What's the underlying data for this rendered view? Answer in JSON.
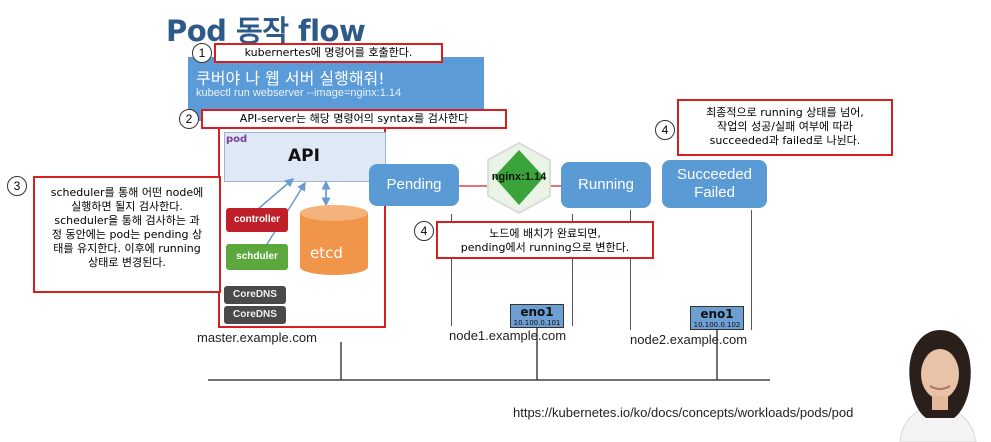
{
  "title": "Pod 동작 flow",
  "command": {
    "line1": "쿠버야 나 웹 서버 실행해줘!",
    "line2": "kubectl  run webserver --image=nginx:1.14"
  },
  "notes": {
    "n1": {
      "num": "1",
      "text": "kubernertes에 명령어를 호출한다."
    },
    "n2": {
      "num": "2",
      "text": "API-server는 해당 명령어의 syntax를 검사한다"
    },
    "n3": {
      "num": "3",
      "lines": [
        "scheduler를 통해 어떤 node에",
        "실행하면 될지 검사한다.",
        "scheduler을 통해 검사하는 과",
        "정 동안에는 pod는 pending 상",
        "태를 유지한다. 이후에 running",
        "상태로 변경된다."
      ]
    },
    "n4a": {
      "num": "4",
      "lines": [
        "노드에 배치가 완료되면,",
        "pending에서 running으로 변한다."
      ]
    },
    "n4b": {
      "num": "4",
      "lines": [
        "최종적으로 running 상태를 넘어,",
        "작업의 성공/실패 여부에 따라",
        "succeeded과 failed로 나뉜다."
      ]
    }
  },
  "master": {
    "pod_label": "pod",
    "api": "API",
    "controller": "controller",
    "schduler": "schduler",
    "etcd": "etcd",
    "coredns1": "CoreDNS",
    "coredns2": "CoreDNS",
    "host": "master.example.com"
  },
  "states": {
    "pending": "Pending",
    "running": "Running",
    "succeeded": "Succeeded",
    "failed": "Failed"
  },
  "nginx": "nginx:1.14",
  "node1": {
    "eno": "eno1",
    "ip": "10.100.0.101",
    "host": "node1.example.com"
  },
  "node2": {
    "eno": "eno1",
    "ip": "10.100.0.102",
    "host": "node2.example.com"
  },
  "url": "https://kubernetes.io/ko/docs/concepts/workloads/pods/pod",
  "colors": {
    "accent_blue": "#5b9bd5",
    "note_border": "#d62020",
    "nginx_green": "#3aa33a"
  }
}
